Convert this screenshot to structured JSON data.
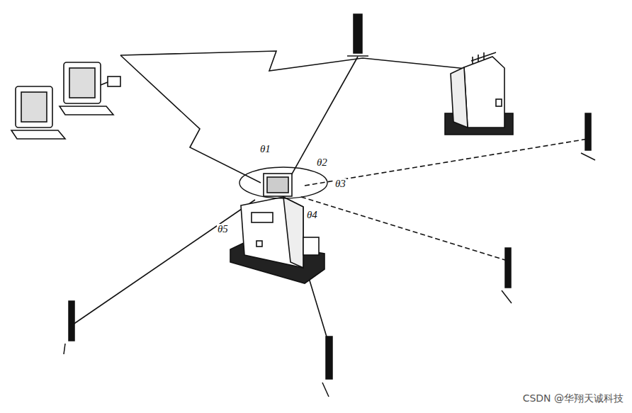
{
  "diagram": {
    "labels": [
      "θ1",
      "θ2",
      "θ3",
      "θ4",
      "θ5",
      "CSDN @华翔天诚科技"
    ]
  }
}
